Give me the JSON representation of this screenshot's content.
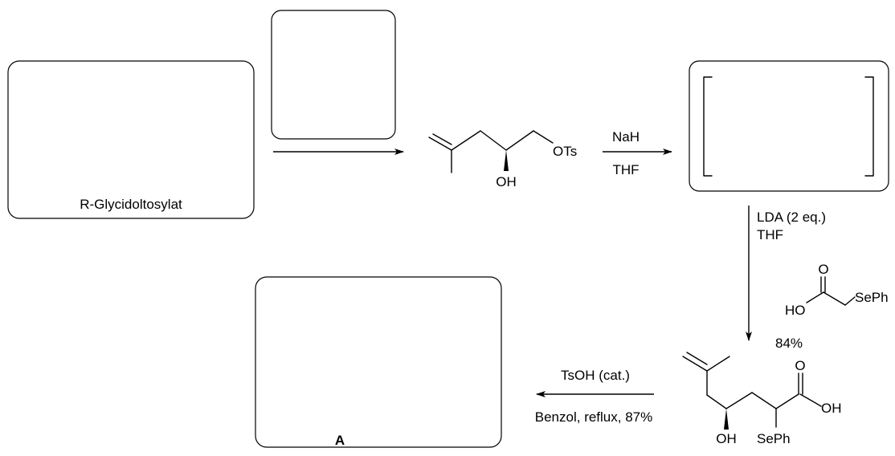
{
  "boxes": {
    "start_label": "R-Glycidoltosylat",
    "product_label": "A"
  },
  "step1": {
    "reagent_top": "NaH",
    "reagent_bottom": "THF"
  },
  "step2": {
    "reagent_line1": "LDA (2 eq.)",
    "reagent_line2": "THF",
    "yield": "84%"
  },
  "step3": {
    "reagent_top": "TsOH (cat.)",
    "reagent_bottom": "Benzol, reflux, 87%"
  },
  "atoms": {
    "alcohol_OH": "OH",
    "alcohol_OTs": "OTs",
    "reagent_O": "O",
    "reagent_HO": "HO",
    "reagent_SePh": "SePh",
    "acid_O": "O",
    "acid_OH": "OH",
    "acid_alcohol_OH": "OH",
    "acid_SePh": "SePh"
  },
  "colors": {
    "ink": "#000000",
    "background": "#ffffff"
  }
}
